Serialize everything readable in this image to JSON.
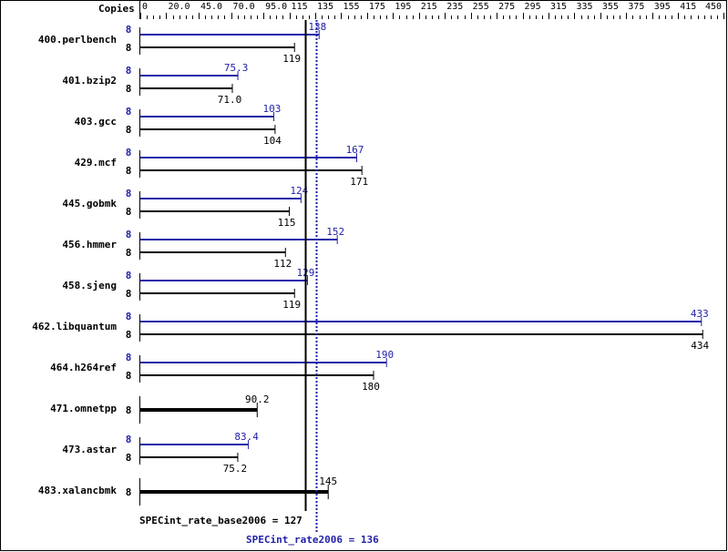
{
  "chart_data": {
    "type": "bar",
    "orientation": "horizontal",
    "axis_header": "Copies",
    "xlim": [
      0,
      450
    ],
    "x_tick_labels": [
      "0",
      "20.0",
      "45.0",
      "70.0",
      "95.0",
      "115",
      "135",
      "155",
      "175",
      "195",
      "215",
      "235",
      "255",
      "275",
      "295",
      "315",
      "335",
      "355",
      "375",
      "395",
      "415",
      "450"
    ],
    "minor_tick_step": 5,
    "grid": false,
    "colors": {
      "peak": "#2222aa",
      "base": "#000000"
    },
    "categories": [
      "400.perlbench",
      "401.bzip2",
      "403.gcc",
      "429.mcf",
      "445.gobmk",
      "456.hmmer",
      "458.sjeng",
      "462.libquantum",
      "464.h264ref",
      "471.omnetpp",
      "473.astar",
      "483.xalancbmk"
    ],
    "series": [
      {
        "name": "SPECint_rate2006",
        "copies": [
          "8",
          "8",
          "8",
          "8",
          "8",
          "8",
          "8",
          "8",
          "8",
          null,
          "8",
          null
        ],
        "values": [
          138,
          75.3,
          103,
          167,
          124,
          152,
          129,
          433,
          190,
          null,
          83.4,
          null
        ],
        "labels": [
          "138",
          "75.3",
          "103",
          "167",
          "124",
          "152",
          "129",
          "433",
          "190",
          null,
          "83.4",
          null
        ]
      },
      {
        "name": "SPECint_rate_base2006",
        "copies": [
          "8",
          "8",
          "8",
          "8",
          "8",
          "8",
          "8",
          "8",
          "8",
          "8",
          "8",
          "8"
        ],
        "values": [
          119,
          71.0,
          104,
          171,
          115,
          112,
          119,
          434,
          180,
          90.2,
          75.2,
          145
        ],
        "labels": [
          "119",
          "71.0",
          "104",
          "171",
          "115",
          "112",
          "119",
          "434",
          "180",
          "90.2",
          "75.2",
          "145"
        ]
      }
    ],
    "reference_lines": [
      {
        "label": "SPECint_rate_base2006 = 127",
        "value": 127,
        "style": "solid",
        "color": "#000000"
      },
      {
        "label": "SPECint_rate2006 = 136",
        "value": 136,
        "style": "dotted",
        "color": "#2222aa"
      }
    ]
  }
}
